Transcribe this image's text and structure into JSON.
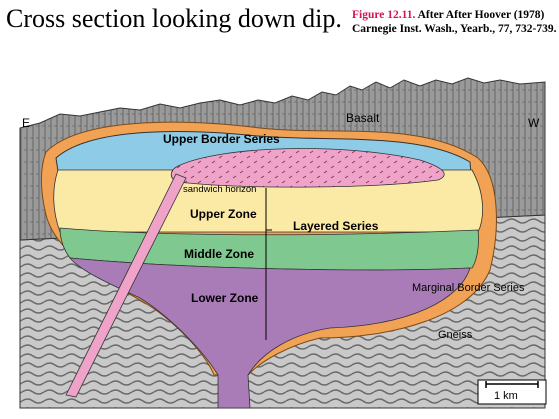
{
  "header": {
    "title": "Cross section looking down dip.",
    "caption_fig": "Figure 12.11.",
    "caption_text": " After After Hoover (1978) Carnegie Inst. Wash., Yearb., 77, 732-739."
  },
  "diagram": {
    "compass_left": "E",
    "compass_right": "W",
    "labels": {
      "basalt": "Basalt",
      "upper_border_series": "Upper Border Series",
      "sandwich_horizon": "sandwich horizon",
      "upper_zone": "Upper Zone",
      "layered_series": "Layered Series",
      "middle_zone": "Middle Zone",
      "lower_zone": "Lower Zone",
      "marginal_border_series": "Marginal Border Series",
      "gneiss": "Gneiss",
      "scale_bar": "1 km"
    },
    "colors": {
      "basalt": "#9a9a9a",
      "gneiss": "#c9c9c9",
      "upper_border_series": "#8ecbe6",
      "sandwich_pink": "#f0a3c9",
      "upper_zone": "#fbeaa6",
      "middle_zone": "#7fc88f",
      "lower_zone": "#a97cb8",
      "marginal_border": "#f2a254"
    }
  }
}
